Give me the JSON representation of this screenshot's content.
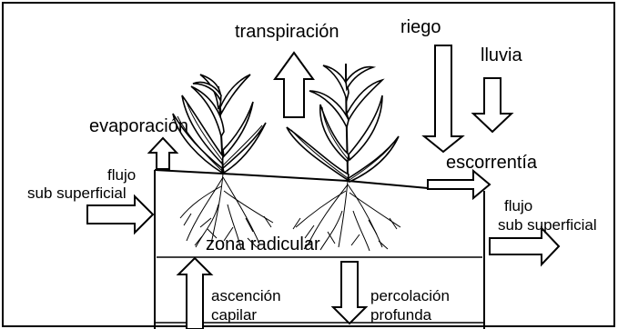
{
  "labels": {
    "transpiration": "transpiración",
    "irrigation": "riego",
    "rain": "lluvia",
    "evaporation": "evaporación",
    "runoff": "escorrentía",
    "subsurface_in_line1": "flujo",
    "subsurface_in_line2": "sub superficial",
    "subsurface_out_line1": "flujo",
    "subsurface_out_line2": "sub superficial",
    "root_zone": "zona radicular",
    "capillary_line1": "ascención",
    "capillary_line2": "capilar",
    "percolation_line1": "percolación",
    "percolation_line2": "profunda"
  }
}
